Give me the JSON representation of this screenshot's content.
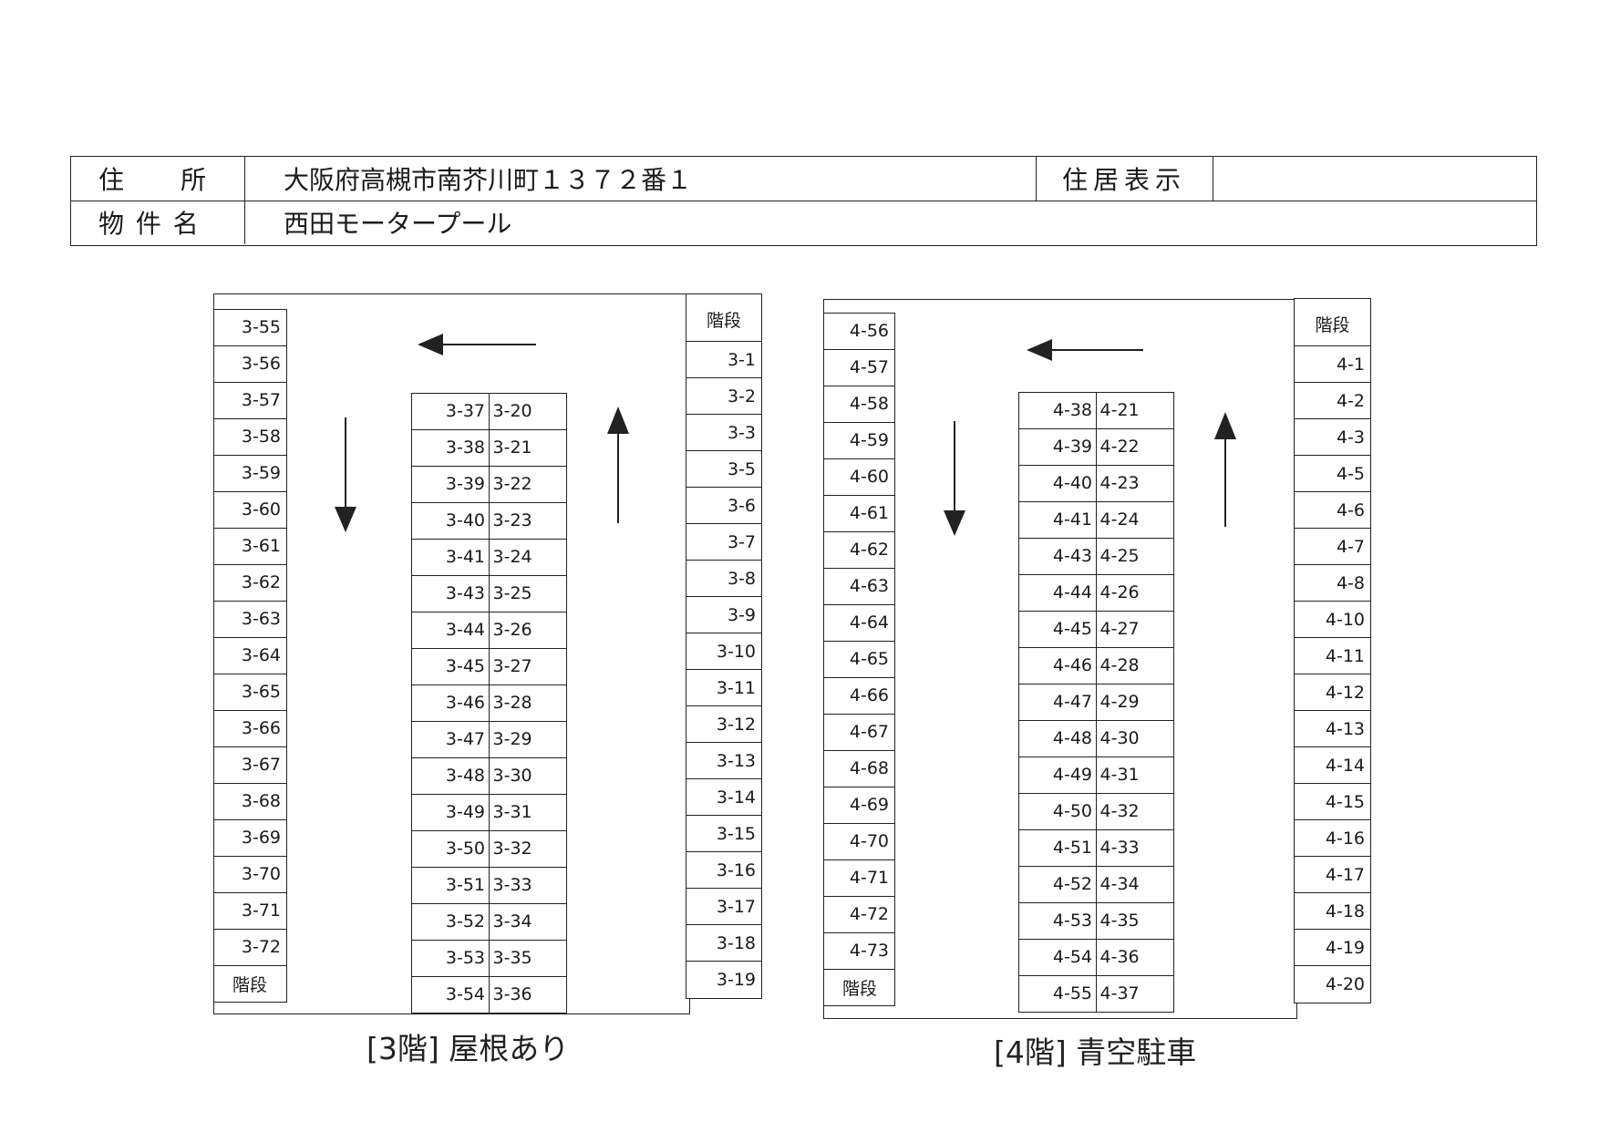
{
  "header": {
    "address_label": "住　　所",
    "address_value": "大阪府高槻市南芥川町１３７２番１",
    "display_label": "住居表示",
    "display_value": "",
    "property_label": "物 件 名",
    "property_value": "西田モータープール"
  },
  "floor3": {
    "caption": "[3階]  屋根あり",
    "left_col": [
      "3-55",
      "3-56",
      "3-57",
      "3-58",
      "3-59",
      "3-60",
      "3-61",
      "3-62",
      "3-63",
      "3-64",
      "3-65",
      "3-66",
      "3-67",
      "3-68",
      "3-69",
      "3-70",
      "3-71",
      "3-72",
      "階段"
    ],
    "right_col": [
      "階段",
      "3-1",
      "3-2",
      "3-3",
      "3-5",
      "3-6",
      "3-7",
      "3-8",
      "3-9",
      "3-10",
      "3-11",
      "3-12",
      "3-13",
      "3-14",
      "3-15",
      "3-16",
      "3-17",
      "3-18",
      "3-19"
    ],
    "center_left": [
      "3-37",
      "3-38",
      "3-39",
      "3-40",
      "3-41",
      "3-43",
      "3-44",
      "3-45",
      "3-46",
      "3-47",
      "3-48",
      "3-49",
      "3-50",
      "3-51",
      "3-52",
      "3-53",
      "3-54"
    ],
    "center_right": [
      "3-20",
      "3-21",
      "3-22",
      "3-23",
      "3-24",
      "3-25",
      "3-26",
      "3-27",
      "3-28",
      "3-29",
      "3-30",
      "3-31",
      "3-32",
      "3-33",
      "3-34",
      "3-35",
      "3-36"
    ]
  },
  "floor4": {
    "caption": "[4階]  青空駐車",
    "left_col": [
      "4-56",
      "4-57",
      "4-58",
      "4-59",
      "4-60",
      "4-61",
      "4-62",
      "4-63",
      "4-64",
      "4-65",
      "4-66",
      "4-67",
      "4-68",
      "4-69",
      "4-70",
      "4-71",
      "4-72",
      "4-73",
      "階段"
    ],
    "right_col": [
      "階段",
      "4-1",
      "4-2",
      "4-3",
      "4-5",
      "4-6",
      "4-7",
      "4-8",
      "4-10",
      "4-11",
      "4-12",
      "4-13",
      "4-14",
      "4-15",
      "4-16",
      "4-17",
      "4-18",
      "4-19",
      "4-20"
    ],
    "center_left": [
      "4-38",
      "4-39",
      "4-40",
      "4-41",
      "4-43",
      "4-44",
      "4-45",
      "4-46",
      "4-47",
      "4-48",
      "4-49",
      "4-50",
      "4-51",
      "4-52",
      "4-53",
      "4-54",
      "4-55"
    ],
    "center_right": [
      "4-21",
      "4-22",
      "4-23",
      "4-24",
      "4-25",
      "4-26",
      "4-27",
      "4-28",
      "4-29",
      "4-30",
      "4-31",
      "4-32",
      "4-33",
      "4-34",
      "4-35",
      "4-36",
      "4-37"
    ]
  }
}
